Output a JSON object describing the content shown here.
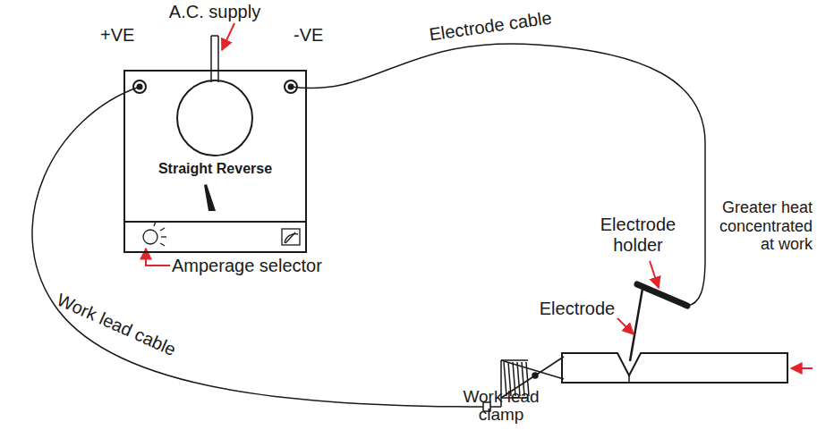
{
  "diagram": {
    "nodes": [
      {
        "text": [
          "Straight Reverse"
        ]
      }
    ],
    "labels": [
      "A.C. supply",
      "+VE",
      "-VE",
      "Electrode cable",
      "Electrode holder",
      "Amperage selector",
      "Electrode",
      "Greater heat concentrated at work",
      "Work lead cable",
      "Work lead clamp"
    ]
  }
}
